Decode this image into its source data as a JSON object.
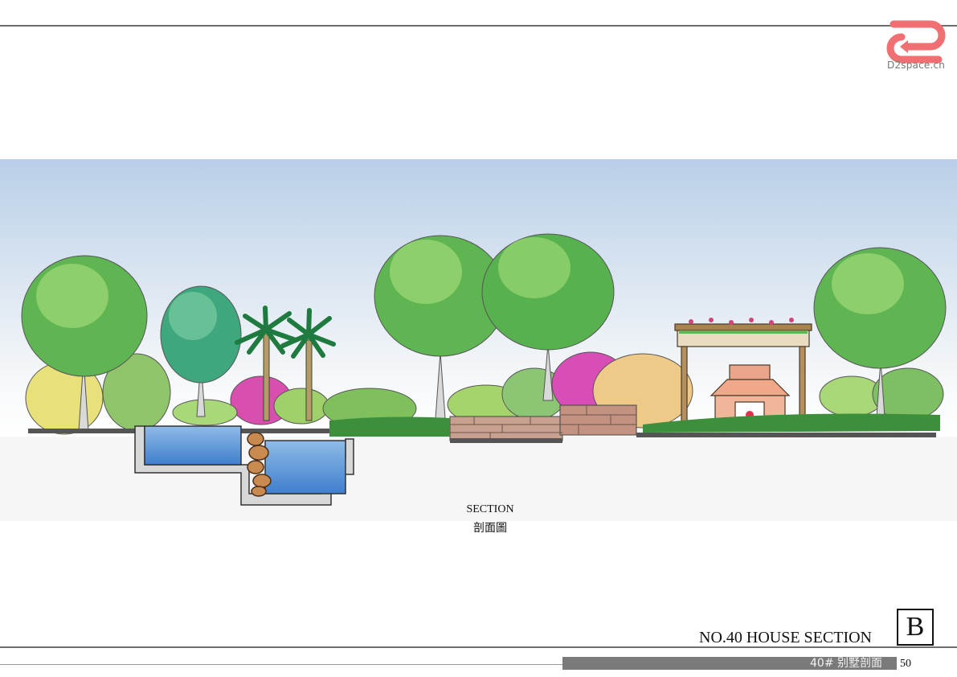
{
  "logo": {
    "text": "D2space.cn",
    "icon": "d2-arrow-logo",
    "color": "#ef6f73"
  },
  "caption": {
    "en": "SECTION",
    "zh": "剖面圖"
  },
  "title": {
    "main": "NO.40 HOUSE SECTION",
    "letter": "B",
    "subtitle": "40# 别墅剖面",
    "page": "50"
  },
  "colors": {
    "sky_top": "#b9cfe8",
    "pool_water": "#4f8fd6",
    "rule": "#6f6f6f"
  }
}
